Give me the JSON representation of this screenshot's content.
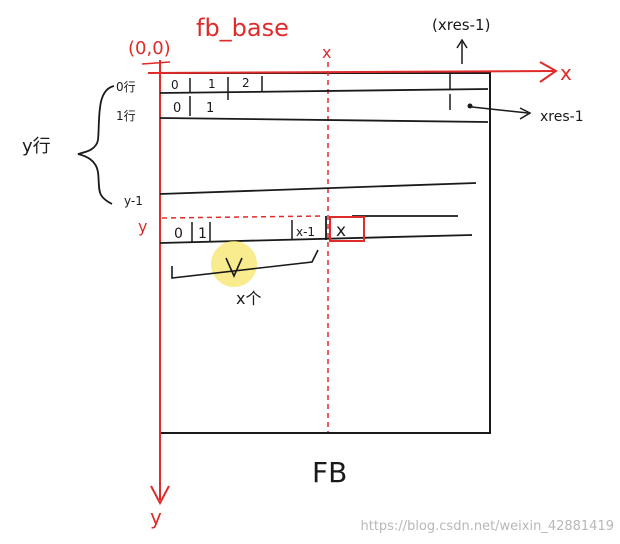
{
  "colors": {
    "ink": "#1a1a1a",
    "red": "#e02b2b",
    "highlight": "#f5e66a",
    "watermark": "#b8b8b8"
  },
  "labels": {
    "origin": "(0,0)",
    "fb_base": "fb_base",
    "x_top_axis": "x",
    "x_dashed_top": "x",
    "xres_top": "(xres-1)",
    "xres_right": "xres-1",
    "row0": "0行",
    "row1": "1行",
    "y_rows": "y行",
    "y_minus_1": "y-1",
    "y_red": "y",
    "y_bottom_axis": "y",
    "x_count": "x个",
    "fb": "FB",
    "watermark": "https://blog.csdn.net/weixin_42881419"
  },
  "row0_cells": [
    "0",
    "1",
    "2"
  ],
  "row1_cells": [
    "0",
    "1"
  ],
  "rowY_cells": [
    "0",
    "1",
    "x-1"
  ],
  "rowY_target": "x"
}
